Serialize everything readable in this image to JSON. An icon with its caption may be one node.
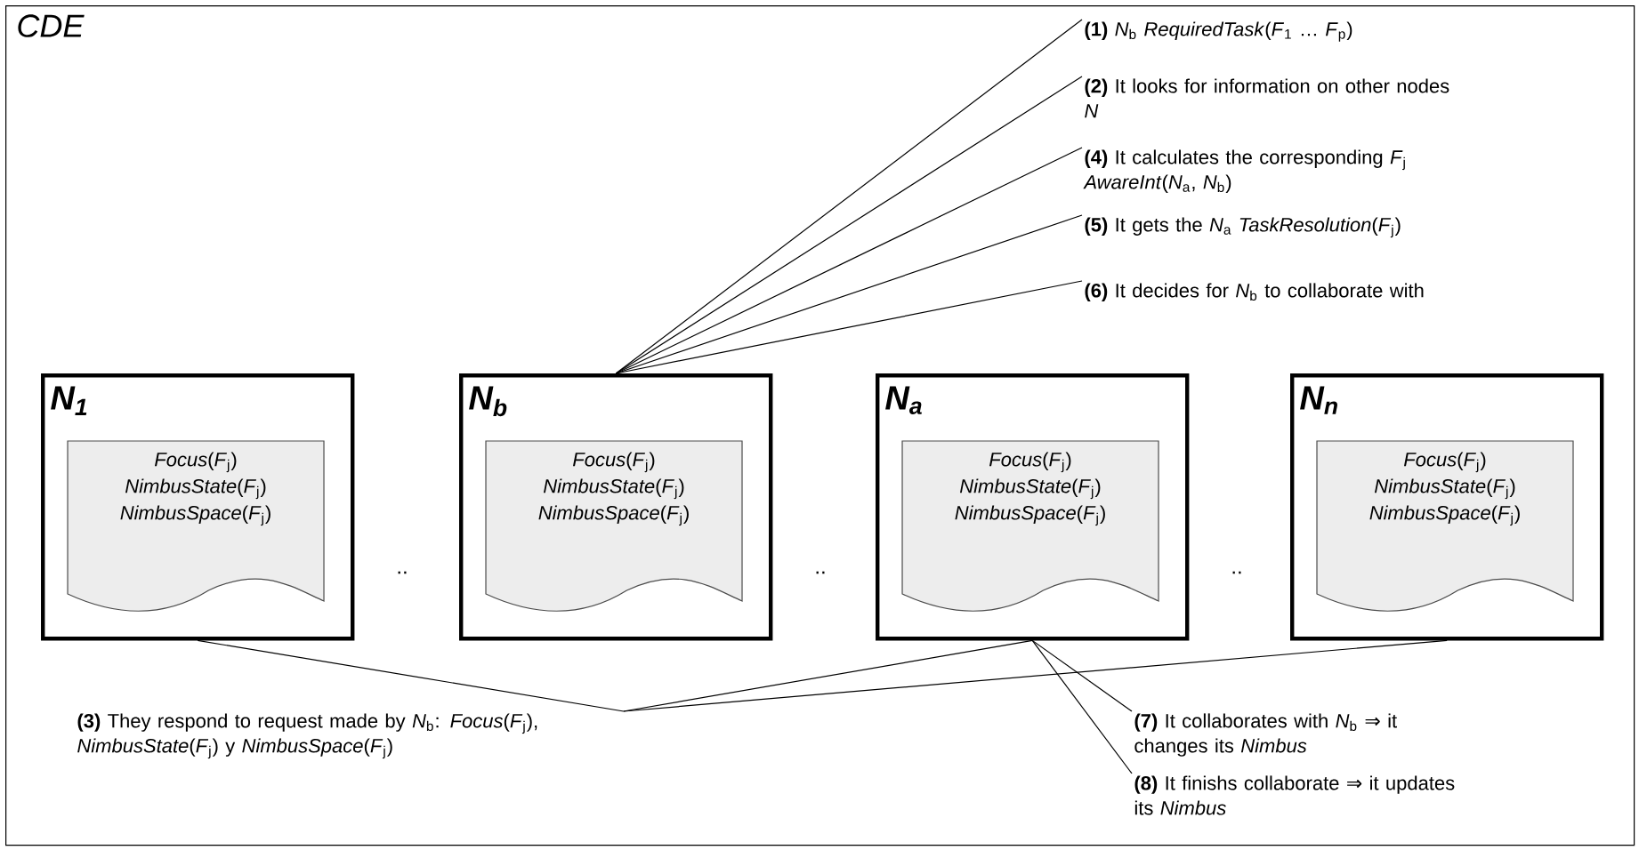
{
  "diagram": {
    "nodes": [
      {
        "text": [
          "CDE"
        ]
      },
      {
        "text": [
          "N$_{1}$"
        ],
        "in": 0
      },
      {
        "text": [
          "*Focus*(*F*$_{j}$)",
          "*NimbusState*(*F*$_{j}$)",
          "*NimbusSpace*(*F*$_{j}$)"
        ],
        "in": 1
      },
      {
        "text": [
          "N$_{b}$"
        ],
        "in": 0
      },
      {
        "text": [
          "*Focus*(*F*$_{j}$)",
          "*NimbusState*(*F*$_{j}$)",
          "*NimbusSpace*(*F*$_{j}$)"
        ],
        "in": 3
      },
      {
        "text": [
          "N$_{a}$"
        ],
        "in": 0
      },
      {
        "text": [
          "*Focus*(*F*$_{j}$)",
          "*NimbusState*(*F*$_{j}$)",
          "*NimbusSpace*(*F*$_{j}$)"
        ],
        "in": 5
      },
      {
        "text": [
          "N$_{n}$"
        ],
        "in": 0
      },
      {
        "text": [
          "*Focus*(*F*$_{j}$)",
          "*NimbusState*(*F*$_{j}$)",
          "*NimbusSpace*(*F*$_{j}$)"
        ],
        "in": 7
      },
      {
        "text": [
          "**(1)** *N*$_{b}$ *RequiredTask*(*F*$_{1}$ … *F*$_{p}$)"
        ],
        "in": 0
      },
      {
        "text": [
          "**(2)** It looks for information on other nodes *N*"
        ],
        "in": 0
      },
      {
        "text": [
          "**(4)** It calculates the corresponding *F*$_{j}$ *AwareInt*(*N*$_{a}$, *N*$_{b}$)"
        ],
        "in": 0
      },
      {
        "text": [
          "**(5)** It gets the *N*$_{a}$ *TaskResolution*(*F*$_{j}$)"
        ],
        "in": 0
      },
      {
        "text": [
          "**(6)** It decides for *N*$_{b}$ to collaborate with"
        ],
        "in": 0
      },
      {
        "text": [
          "**(3)** They respond to request made by *N*$_{b}$: *Focus*(*F*$_{j}$), *NimbusState*(*F*$_{j}$) y *NimbusSpace*(*F*$_{j}$)"
        ],
        "in": 0
      },
      {
        "text": [
          "**(7)** It collaborates with *N*$_{b}$ ⇒ it changes its *Nimbus*"
        ],
        "in": 0
      },
      {
        "text": [
          "**(8)** It finishs collaborate ⇒ it updates its *Nimbus*"
        ],
        "in": 0
      }
    ],
    "edges": [
      {
        "from": 3,
        "to": 9,
        "arrow": "none"
      },
      {
        "from": 3,
        "to": 10,
        "arrow": "none"
      },
      {
        "from": 3,
        "to": 11,
        "arrow": "none"
      },
      {
        "from": 3,
        "to": 12,
        "arrow": "none"
      },
      {
        "from": 3,
        "to": 13,
        "arrow": "none"
      },
      {
        "from": 1,
        "to": 14,
        "arrow": "none"
      },
      {
        "from": 5,
        "to": 14,
        "arrow": "none"
      },
      {
        "from": 7,
        "to": 14,
        "arrow": "none"
      },
      {
        "from": 5,
        "to": 15,
        "arrow": "none"
      },
      {
        "from": 5,
        "to": 16,
        "arrow": "none"
      }
    ],
    "labels": [
      "..",
      "..",
      ".."
    ]
  }
}
